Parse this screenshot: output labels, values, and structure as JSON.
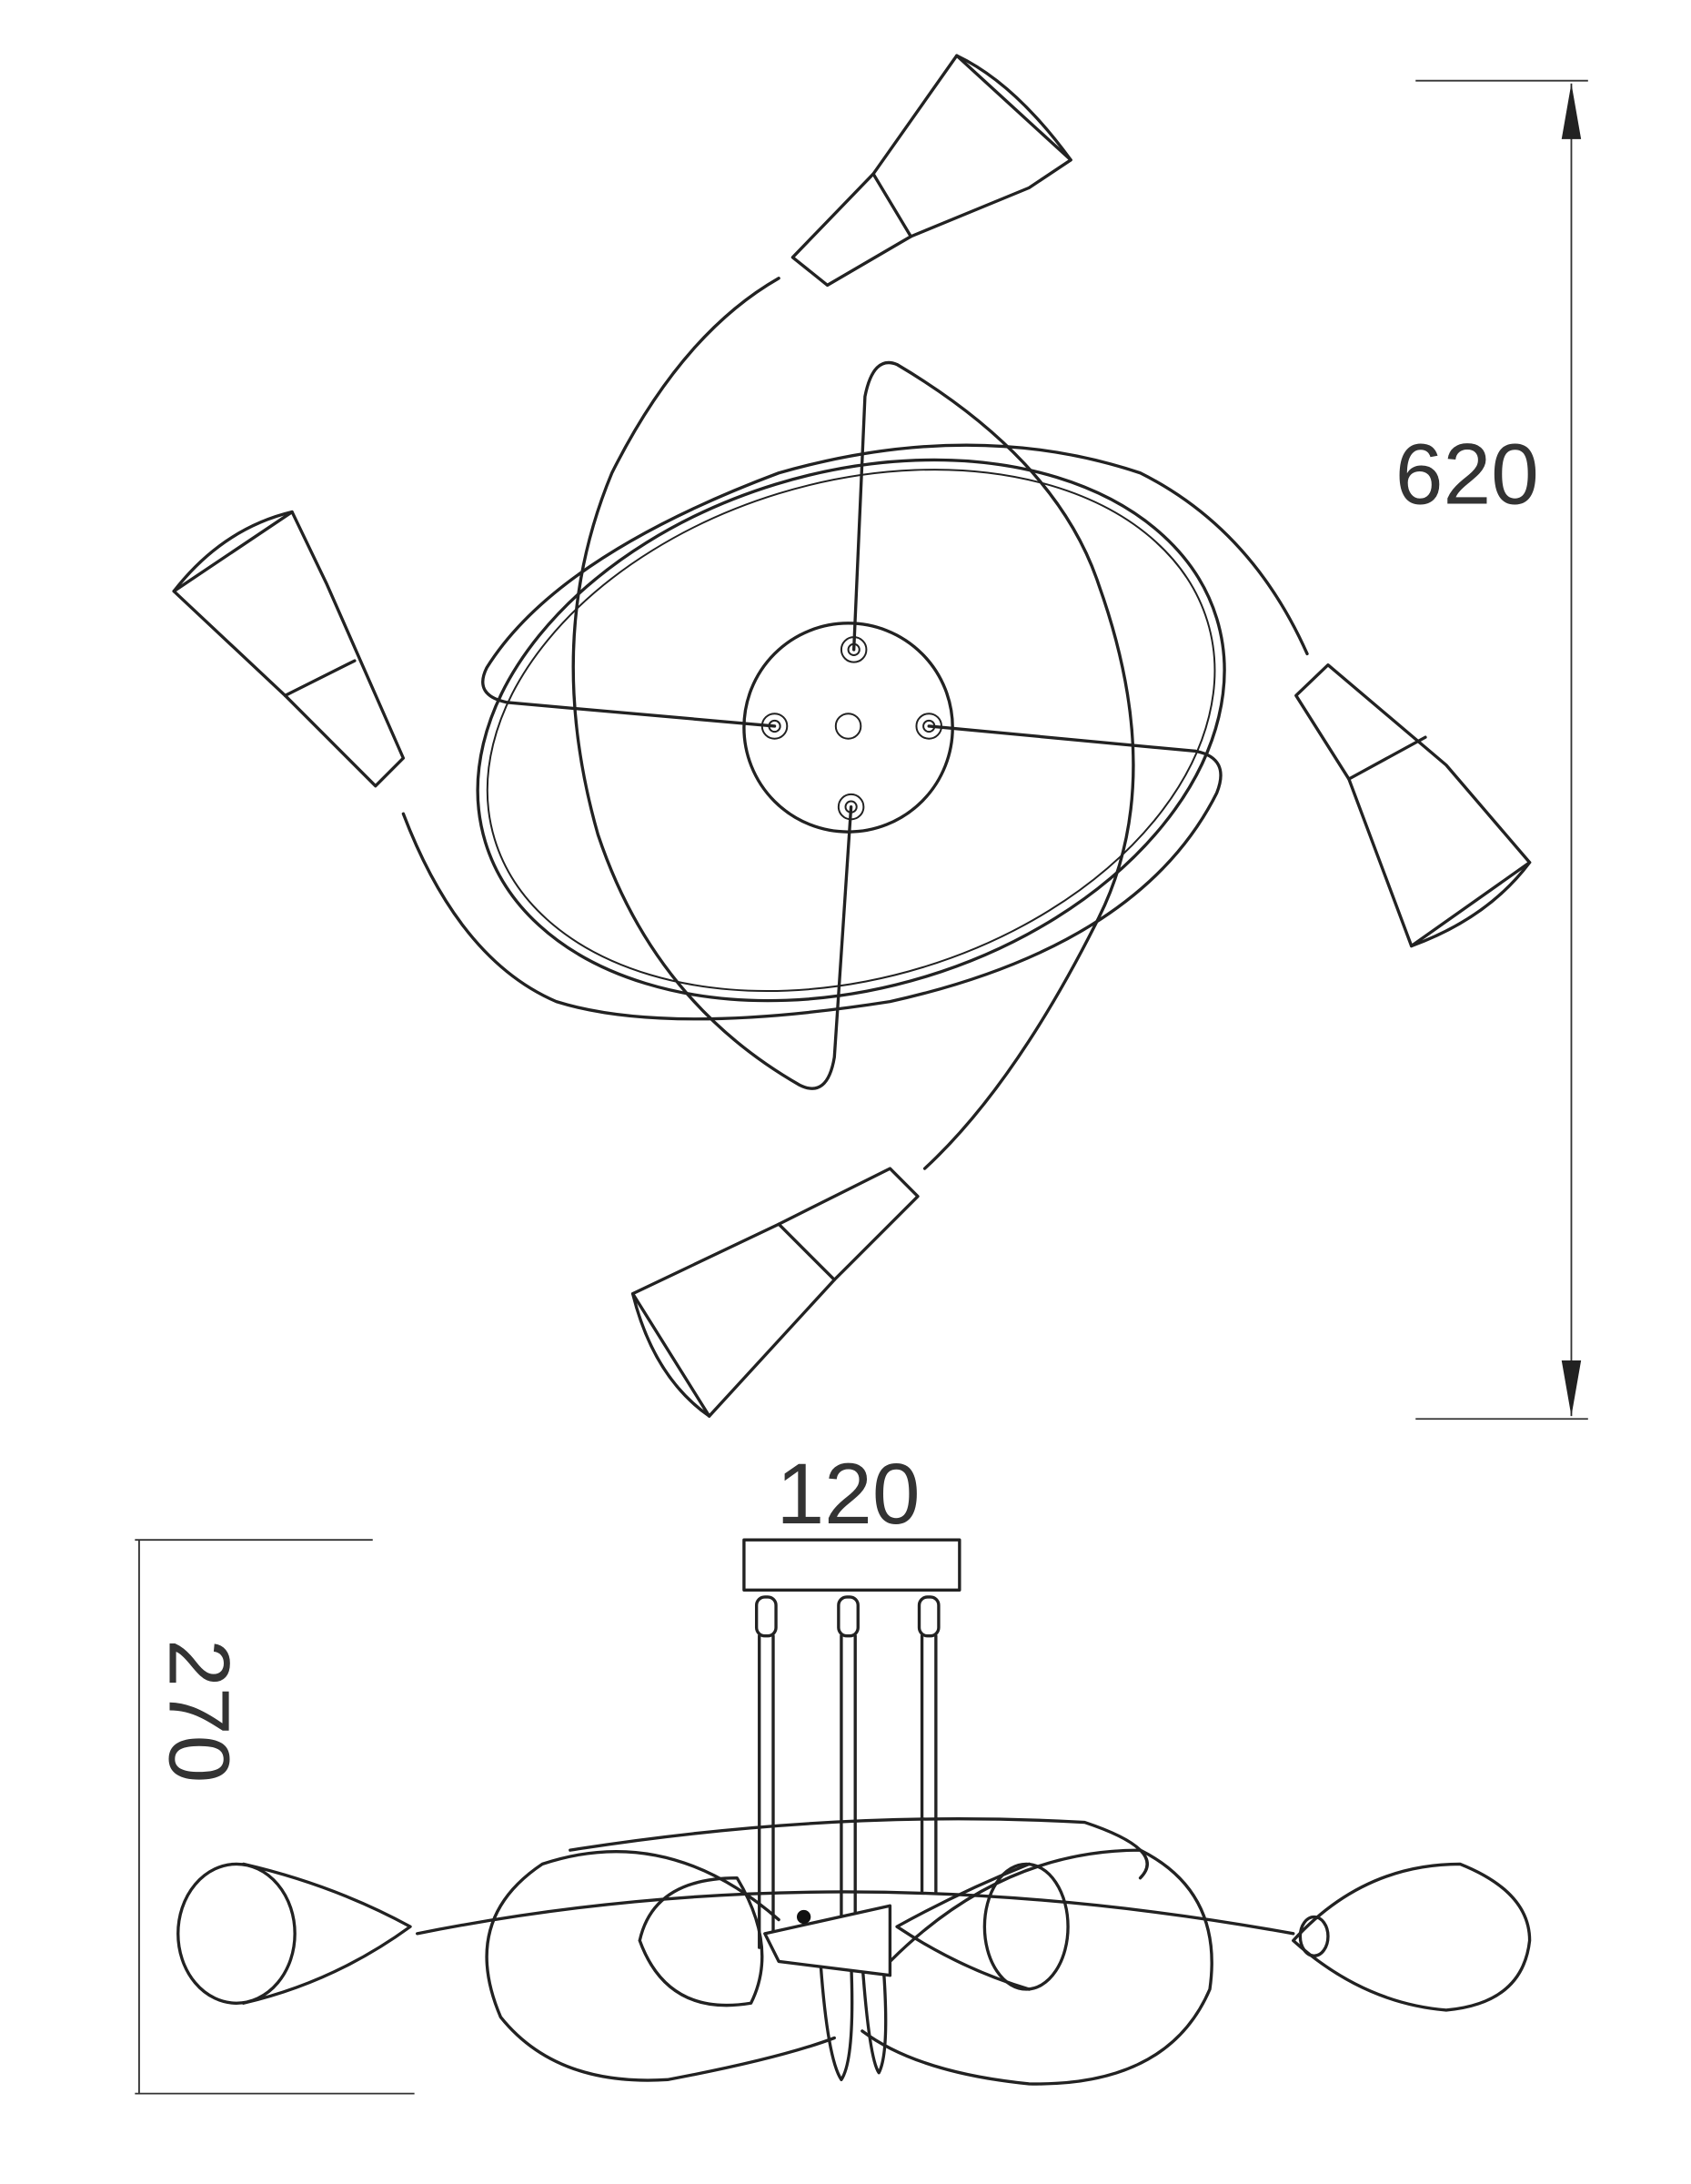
{
  "drawing": {
    "top_view": {
      "dimension_height": "620"
    },
    "side_view": {
      "dimension_canopy_width": "120",
      "dimension_height": "270"
    }
  },
  "colors": {
    "line": "#222222",
    "background": "#ffffff"
  }
}
